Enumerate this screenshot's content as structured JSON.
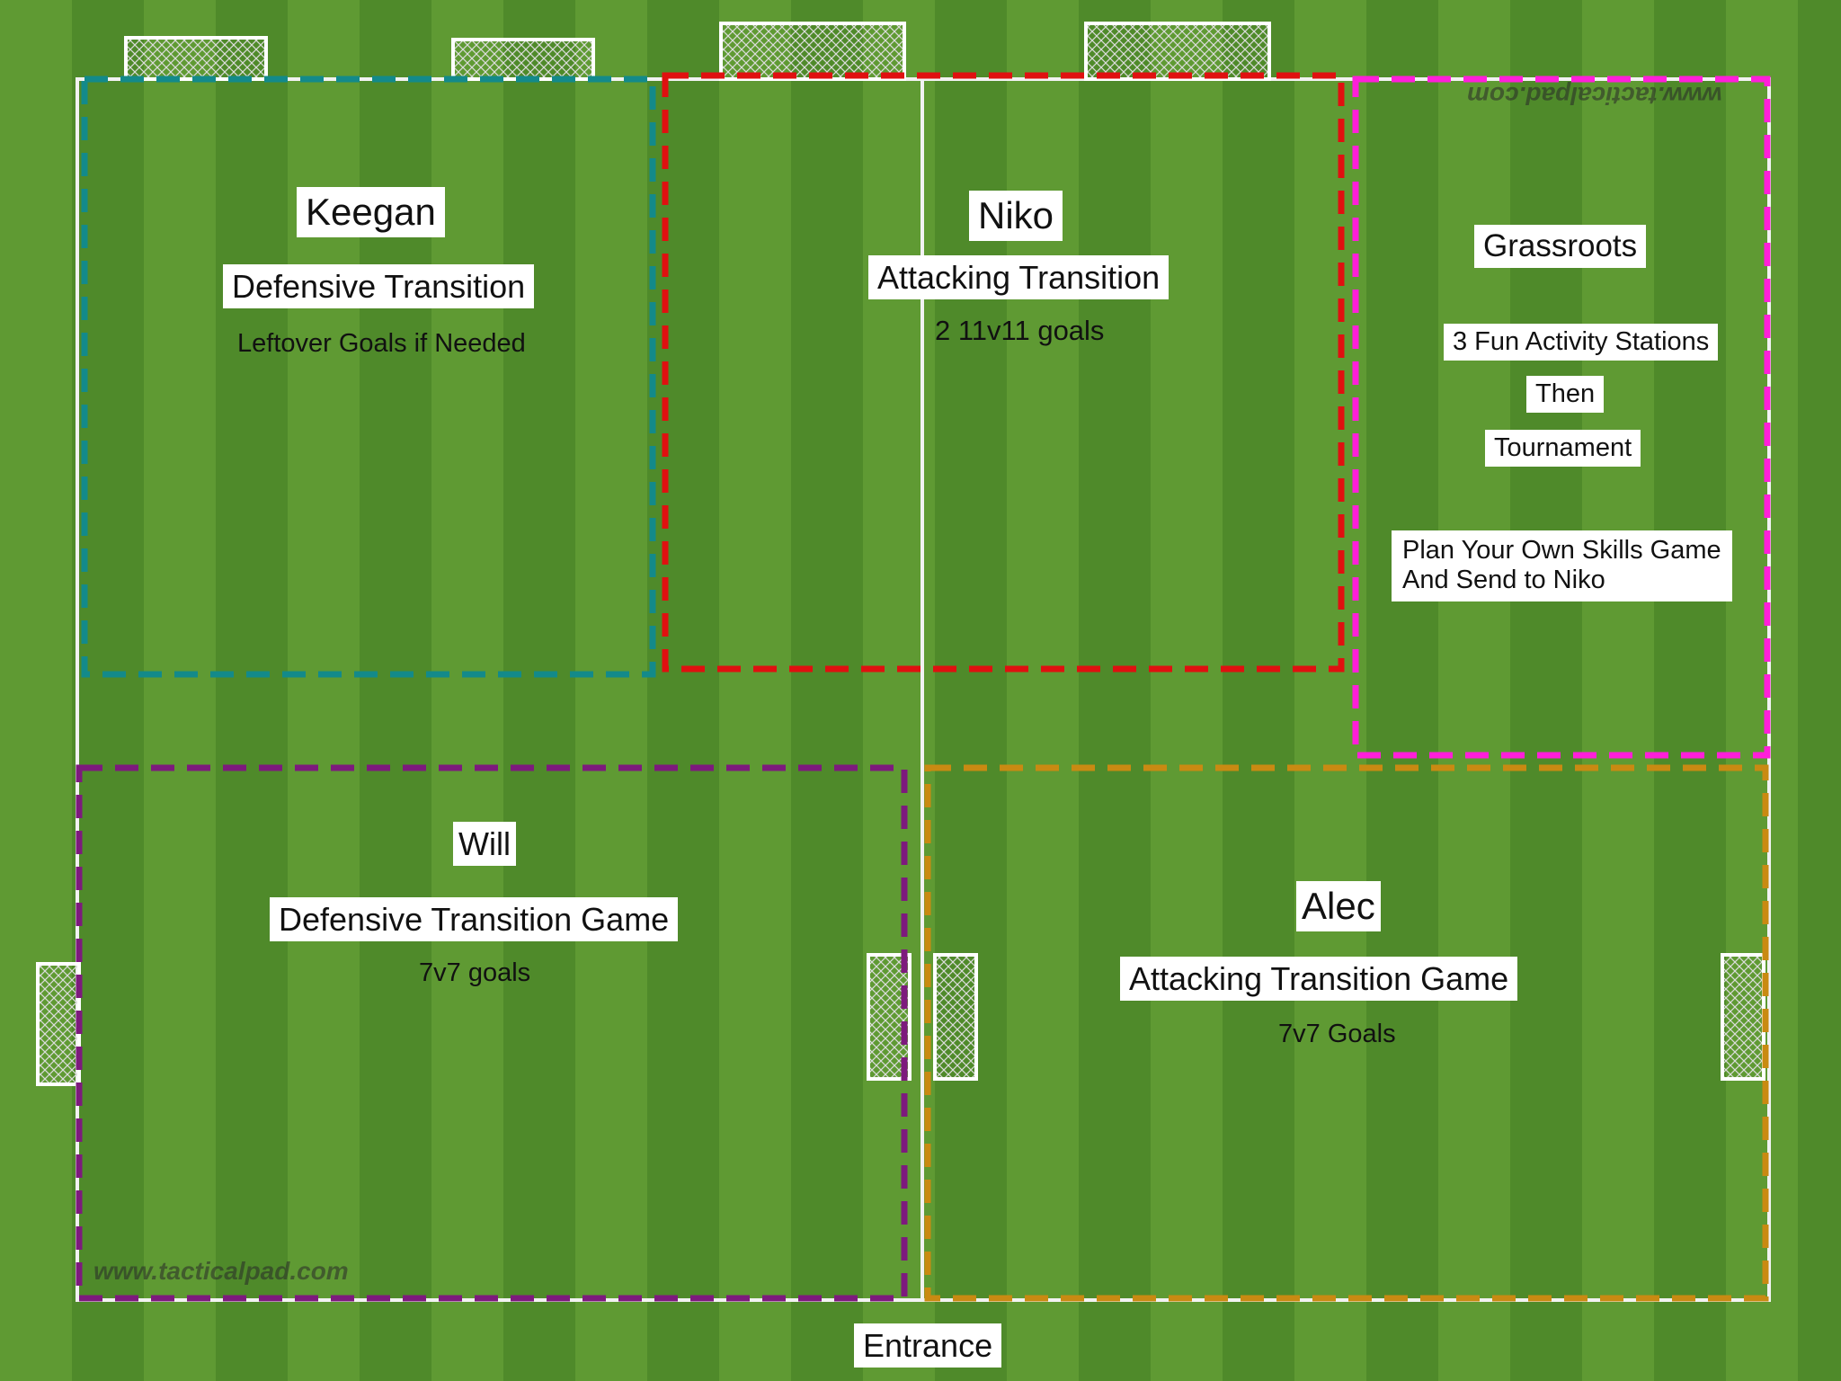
{
  "zones": [
    {
      "key": "keegan",
      "color": "#138a8a",
      "coach": "Keegan",
      "activity": "Defensive Transition",
      "note": "Leftover Goals if Needed"
    },
    {
      "key": "niko",
      "color": "#e01010",
      "coach": "Niko",
      "activity": "Attacking Transition",
      "note": "2 11v11 goals"
    },
    {
      "key": "grassroots",
      "color": "#ff1fd9",
      "coach": "Grassroots",
      "lines": [
        "3 Fun Activity Stations",
        "Then",
        "Tournament"
      ],
      "note_line1": "Plan Your Own Skills Game",
      "note_line2": "And Send to Niko"
    },
    {
      "key": "will",
      "color": "#7d1a7d",
      "coach": "Will",
      "activity": "Defensive Transition Game",
      "note": "7v7 goals"
    },
    {
      "key": "alec",
      "color": "#c98a12",
      "coach": "Alec",
      "activity": "Attacking Transition Game",
      "note": "7v7 Goals"
    }
  ],
  "entrance": "Entrance",
  "watermark_bottom": "www.tacticalpad.com",
  "watermark_top": "www.tacticalpad.com"
}
